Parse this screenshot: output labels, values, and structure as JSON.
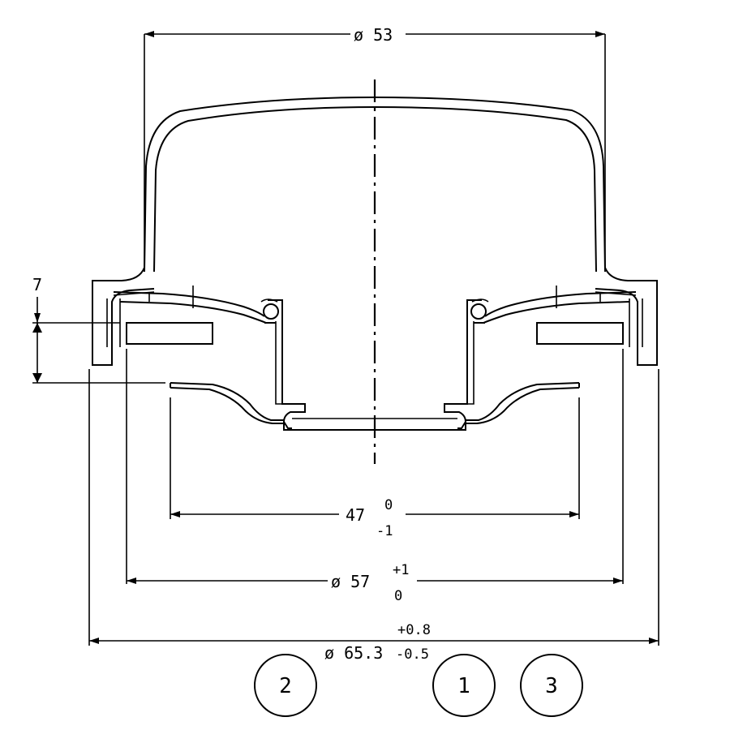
{
  "dimensions": {
    "top_diameter": "ø 53",
    "height_label": "7",
    "inner_width": "47",
    "inner_width_upper_tol": "0",
    "inner_width_lower_tol": "-1",
    "mid_diameter": "ø 57",
    "mid_diameter_upper_tol": "+1",
    "mid_diameter_lower_tol": "0",
    "outer_diameter": "ø 65.3",
    "outer_diameter_upper_tol": "+0.8",
    "outer_diameter_lower_tol": "-0.5"
  },
  "balloons": [
    "2",
    "1",
    "3"
  ]
}
